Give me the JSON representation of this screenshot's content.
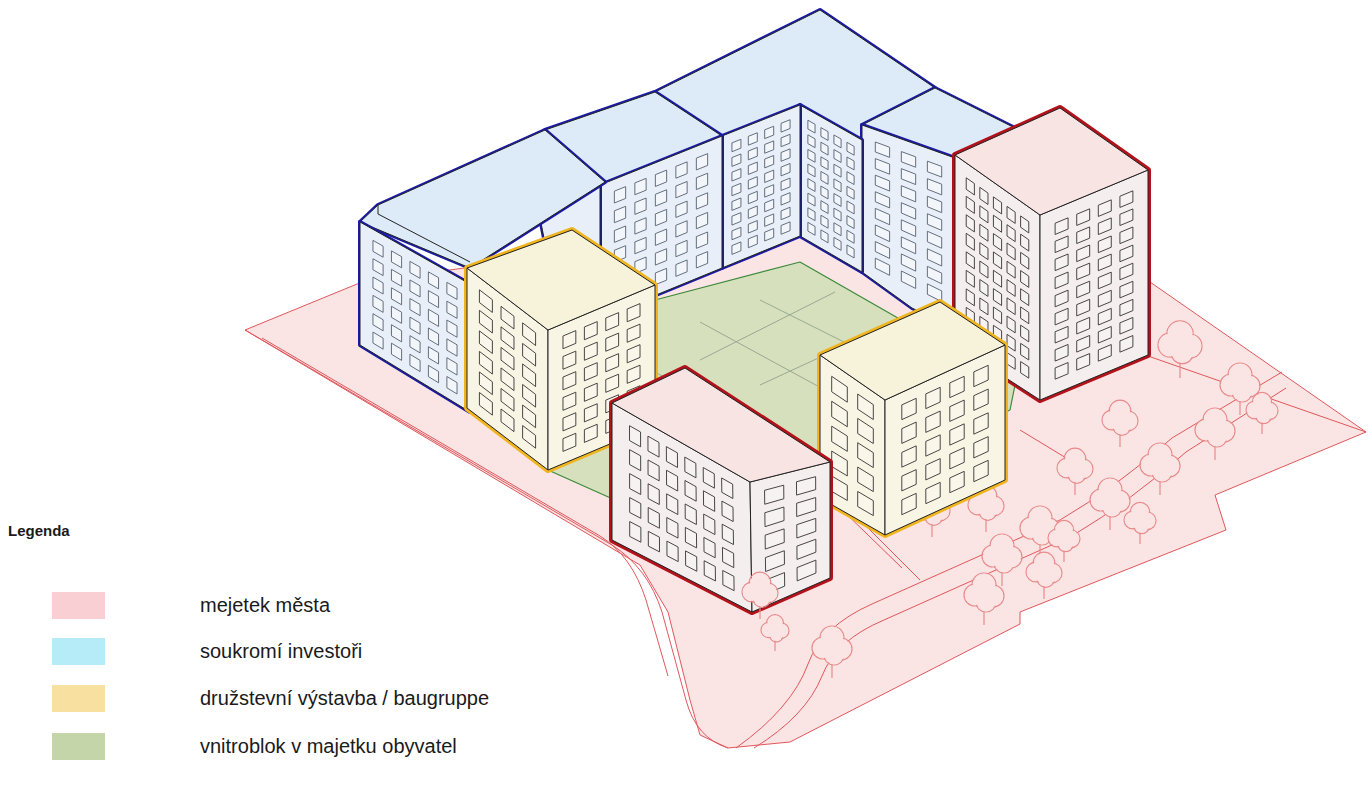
{
  "diagram": {
    "labels": [
      "Legenda"
    ],
    "legend": [
      {
        "text": "mejetek města",
        "color": "#f9cfd3"
      },
      {
        "text": "soukromí investoři",
        "color": "#b5ecf7"
      },
      {
        "text": "družstevní výstavba / baugruppe",
        "color": "#f7e0a0"
      },
      {
        "text": "vnitroblok v majetku obyvatel",
        "color": "#c5d5aa"
      }
    ]
  }
}
